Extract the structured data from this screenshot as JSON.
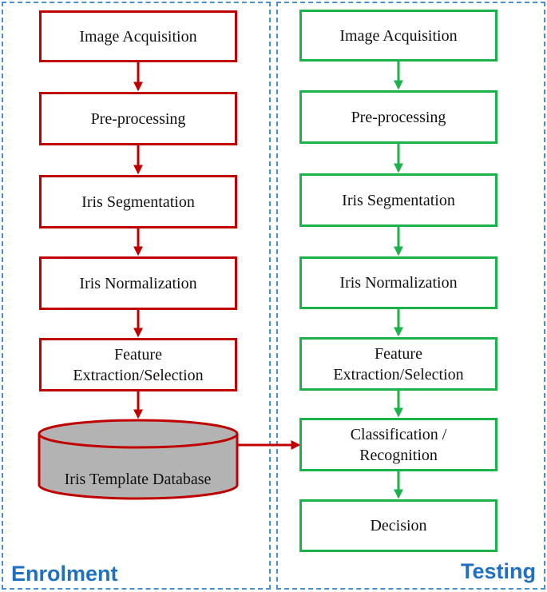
{
  "enrolment": {
    "title": "Enrolment",
    "steps": [
      "Image Acquisition",
      "Pre-processing",
      "Iris Segmentation",
      "Iris Normalization",
      "Feature\nExtraction/Selection"
    ],
    "database": "Iris Template Database"
  },
  "testing": {
    "title": "Testing",
    "steps": [
      "Image Acquisition",
      "Pre-processing",
      "Iris Segmentation",
      "Iris Normalization",
      "Feature\nExtraction/Selection",
      "Classification /\nRecognition",
      "Decision"
    ]
  },
  "colors": {
    "enrolment": "#c00000",
    "testing": "#19b34a",
    "panel_border": "#4a90d0",
    "title": "#1f70c1",
    "database_fill": "#b3b3b3"
  }
}
